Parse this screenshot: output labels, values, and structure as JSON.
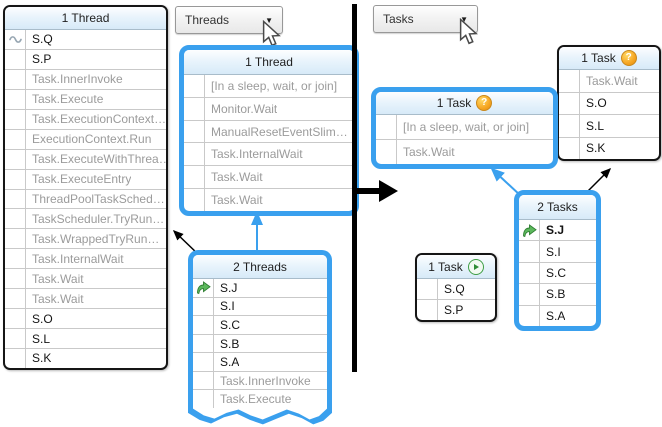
{
  "toolbar": {
    "threads_dropdown": {
      "label": "Threads",
      "arrow": "▼"
    },
    "tasks_dropdown": {
      "label": "Tasks",
      "arrow": "▼"
    }
  },
  "colors": {
    "highlight_blue": "#3aa0ee",
    "box_border_black": "#151515",
    "dim_text": "#9b9b9b",
    "header_gradient_top": "#fdfeff",
    "header_gradient_bottom": "#d7eaf8"
  },
  "threads_view": {
    "main_stack": {
      "title": "1 Thread",
      "frames": [
        {
          "label": "S.Q",
          "dim": false,
          "icon": "current-thread-wave-icon"
        },
        {
          "label": "S.P",
          "dim": false
        },
        {
          "label": "Task.InnerInvoke",
          "dim": true
        },
        {
          "label": "Task.Execute",
          "dim": true
        },
        {
          "label": "Task.ExecutionContext…",
          "dim": true
        },
        {
          "label": "ExecutionContext.Run",
          "dim": true
        },
        {
          "label": "Task.ExecuteWithThrea…",
          "dim": true
        },
        {
          "label": "Task.ExecuteEntry",
          "dim": true
        },
        {
          "label": "ThreadPoolTaskSched…",
          "dim": true
        },
        {
          "label": "TaskScheduler.TryRun…",
          "dim": true
        },
        {
          "label": "Task.WrappedTryRun…",
          "dim": true
        },
        {
          "label": "Task.InternalWait",
          "dim": true
        },
        {
          "label": "Task.Wait",
          "dim": true
        },
        {
          "label": "Task.Wait",
          "dim": true
        },
        {
          "label": "S.O",
          "dim": false
        },
        {
          "label": "S.L",
          "dim": false
        },
        {
          "label": "S.K",
          "dim": false
        }
      ]
    },
    "waiting_thread_group": {
      "title": "1 Thread",
      "frames": [
        {
          "label": "[In a sleep, wait, or join]",
          "dim": true
        },
        {
          "label": "Monitor.Wait",
          "dim": true
        },
        {
          "label": "ManualResetEventSlim…",
          "dim": true
        },
        {
          "label": "Task.InternalWait",
          "dim": true
        },
        {
          "label": "Task.Wait",
          "dim": true
        },
        {
          "label": "Task.Wait",
          "dim": true
        }
      ]
    },
    "two_threads_group": {
      "title": "2 Threads",
      "frames": [
        {
          "label": "S.J",
          "dim": false,
          "icon": "current-frame-arrow-icon"
        },
        {
          "label": "S.I",
          "dim": false
        },
        {
          "label": "S.C",
          "dim": false
        },
        {
          "label": "S.B",
          "dim": false
        },
        {
          "label": "S.A",
          "dim": false
        },
        {
          "label": "Task.InnerInvoke",
          "dim": true
        },
        {
          "label": "Task.Execute",
          "dim": true
        }
      ]
    }
  },
  "tasks_view": {
    "waiting_task_top": {
      "title": "1 Task",
      "status_icon": "question-icon",
      "status_glyph": "?",
      "frames": [
        {
          "label": "Task.Wait",
          "dim": true
        },
        {
          "label": "S.O",
          "dim": false
        },
        {
          "label": "S.L",
          "dim": false
        },
        {
          "label": "S.K",
          "dim": false
        }
      ]
    },
    "waiting_task_blue": {
      "title": "1 Task",
      "status_icon": "question-icon",
      "status_glyph": "?",
      "frames": [
        {
          "label": "[In a sleep, wait, or join]",
          "dim": true
        },
        {
          "label": "Task.Wait",
          "dim": true
        }
      ]
    },
    "running_task": {
      "title": "1 Task",
      "status_icon": "play-icon",
      "frames": [
        {
          "label": "S.Q",
          "dim": false
        },
        {
          "label": "S.P",
          "dim": false
        }
      ]
    },
    "two_tasks_group": {
      "title": "2 Tasks",
      "frames": [
        {
          "label": "S.J",
          "dim": false,
          "bold": true,
          "icon": "current-frame-arrow-icon"
        },
        {
          "label": "S.I",
          "dim": false
        },
        {
          "label": "S.C",
          "dim": false
        },
        {
          "label": "S.B",
          "dim": false
        },
        {
          "label": "S.A",
          "dim": false
        }
      ]
    }
  }
}
